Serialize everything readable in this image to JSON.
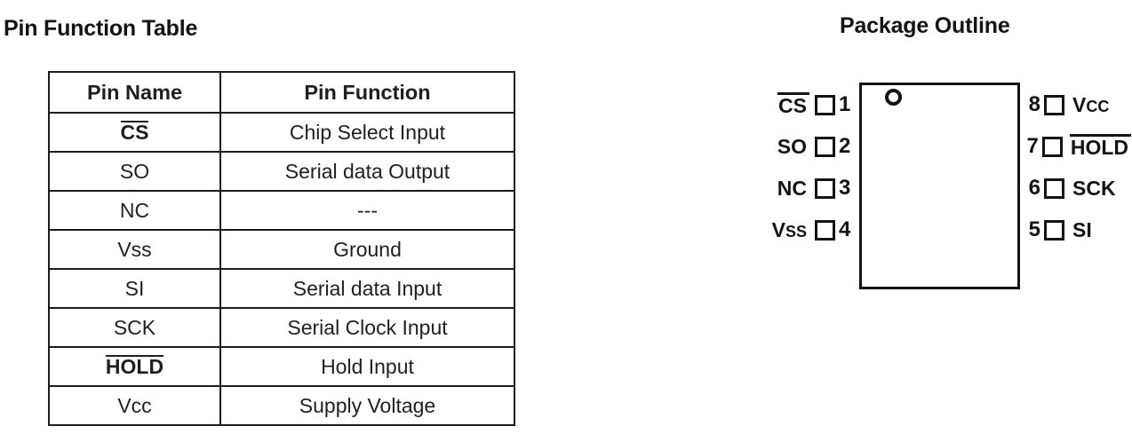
{
  "sections": {
    "pin_table_title": "Pin Function Table",
    "package_title": "Package Outline"
  },
  "pin_table": {
    "columns": [
      "Pin Name",
      "Pin Function"
    ],
    "rows": [
      {
        "name": "CS",
        "overline": true,
        "function": "Chip Select Input"
      },
      {
        "name": "SO",
        "overline": false,
        "function": "Serial data Output"
      },
      {
        "name": "NC",
        "overline": false,
        "function": "---"
      },
      {
        "name": "Vss",
        "overline": false,
        "function": "Ground"
      },
      {
        "name": "SI",
        "overline": false,
        "function": "Serial data Input"
      },
      {
        "name": "SCK",
        "overline": false,
        "function": "Serial Clock Input"
      },
      {
        "name": "HOLD",
        "overline": true,
        "function": "Hold Input"
      },
      {
        "name": "Vcc",
        "overline": false,
        "function": "Supply Voltage"
      }
    ]
  },
  "package": {
    "pin1_marker": "pin1-dot-circle",
    "left_pins": [
      {
        "num": "1",
        "label": "CS",
        "overline": true
      },
      {
        "num": "2",
        "label": "SO",
        "overline": false
      },
      {
        "num": "3",
        "label": "NC",
        "overline": false
      },
      {
        "num": "4",
        "label": "Vss",
        "overline": false
      }
    ],
    "right_pins": [
      {
        "num": "8",
        "label": "Vcc",
        "overline": false
      },
      {
        "num": "7",
        "label": "HOLD",
        "overline": true
      },
      {
        "num": "6",
        "label": "SCK",
        "overline": false
      },
      {
        "num": "5",
        "label": "SI",
        "overline": false
      }
    ]
  },
  "colors": {
    "ink": "#141414",
    "paper": "#ffffff"
  }
}
